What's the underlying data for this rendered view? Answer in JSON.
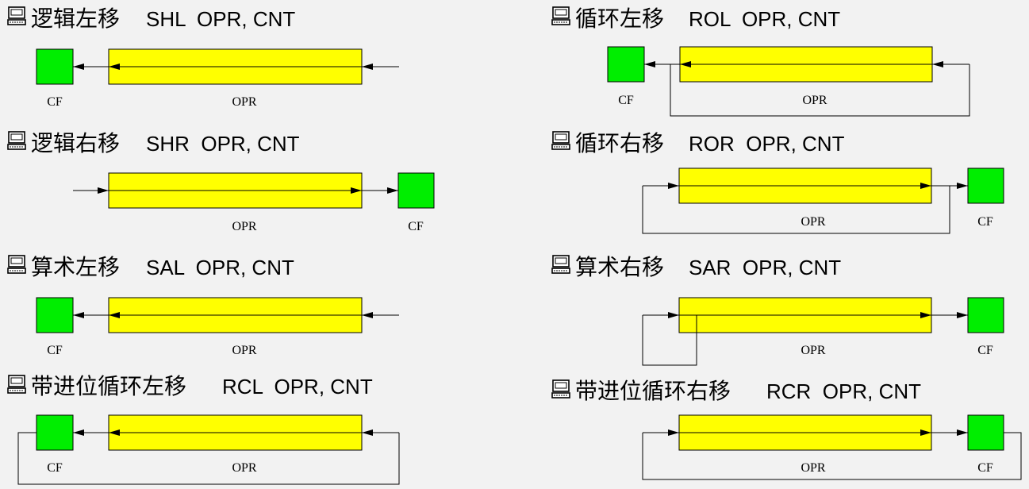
{
  "colors": {
    "background": "#f2f2f2",
    "register_fill": "#ffff00",
    "carry_fill": "#00ee00",
    "stroke": "#000000"
  },
  "bullet_icon": "computer-icon",
  "sections": [
    {
      "id": "shl",
      "title": "逻辑左移",
      "instruction": "SHL  OPR, CNT",
      "opr_label": "OPR",
      "cf_label": "CF"
    },
    {
      "id": "rol",
      "title": "循环左移",
      "instruction": "ROL  OPR, CNT",
      "opr_label": "OPR",
      "cf_label": "CF"
    },
    {
      "id": "shr",
      "title": "逻辑右移",
      "instruction": "SHR  OPR, CNT",
      "opr_label": "OPR",
      "cf_label": "CF"
    },
    {
      "id": "ror",
      "title": "循环右移",
      "instruction": "ROR  OPR, CNT",
      "opr_label": "OPR",
      "cf_label": "CF"
    },
    {
      "id": "sal",
      "title": "算术左移",
      "instruction": "SAL  OPR, CNT",
      "opr_label": "OPR",
      "cf_label": "CF"
    },
    {
      "id": "sar",
      "title": "算术右移",
      "instruction": "SAR  OPR, CNT",
      "opr_label": "OPR",
      "cf_label": "CF"
    },
    {
      "id": "rcl",
      "title": "带进位循环左移",
      "instruction": "RCL  OPR, CNT",
      "opr_label": "OPR",
      "cf_label": "CF"
    },
    {
      "id": "rcr",
      "title": "带进位循环右移",
      "instruction": "RCR  OPR, CNT",
      "opr_label": "OPR",
      "cf_label": "CF"
    }
  ]
}
